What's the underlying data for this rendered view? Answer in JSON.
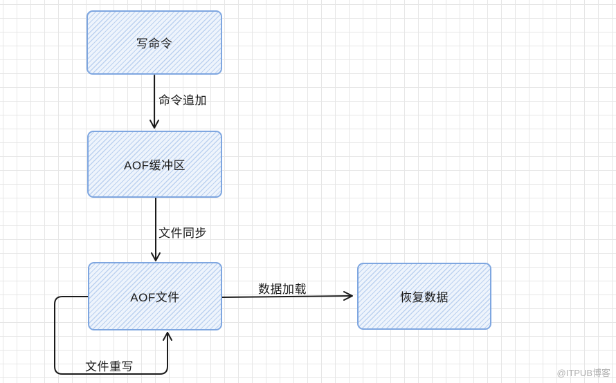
{
  "nodes": {
    "write_command": "写命令",
    "aof_buffer": "AOF缓冲区",
    "aof_file": "AOF文件",
    "restore_data": "恢复数据"
  },
  "edges": {
    "command_append": "命令追加",
    "file_sync": "文件同步",
    "data_load": "数据加载",
    "file_rewrite": "文件重写"
  },
  "watermark": "@ITPUB博客",
  "colors": {
    "box_border": "#7ea6e0",
    "box_fill": "#eef4fc",
    "arrow": "#1a1a1a",
    "grid": "#e6e6e6"
  }
}
